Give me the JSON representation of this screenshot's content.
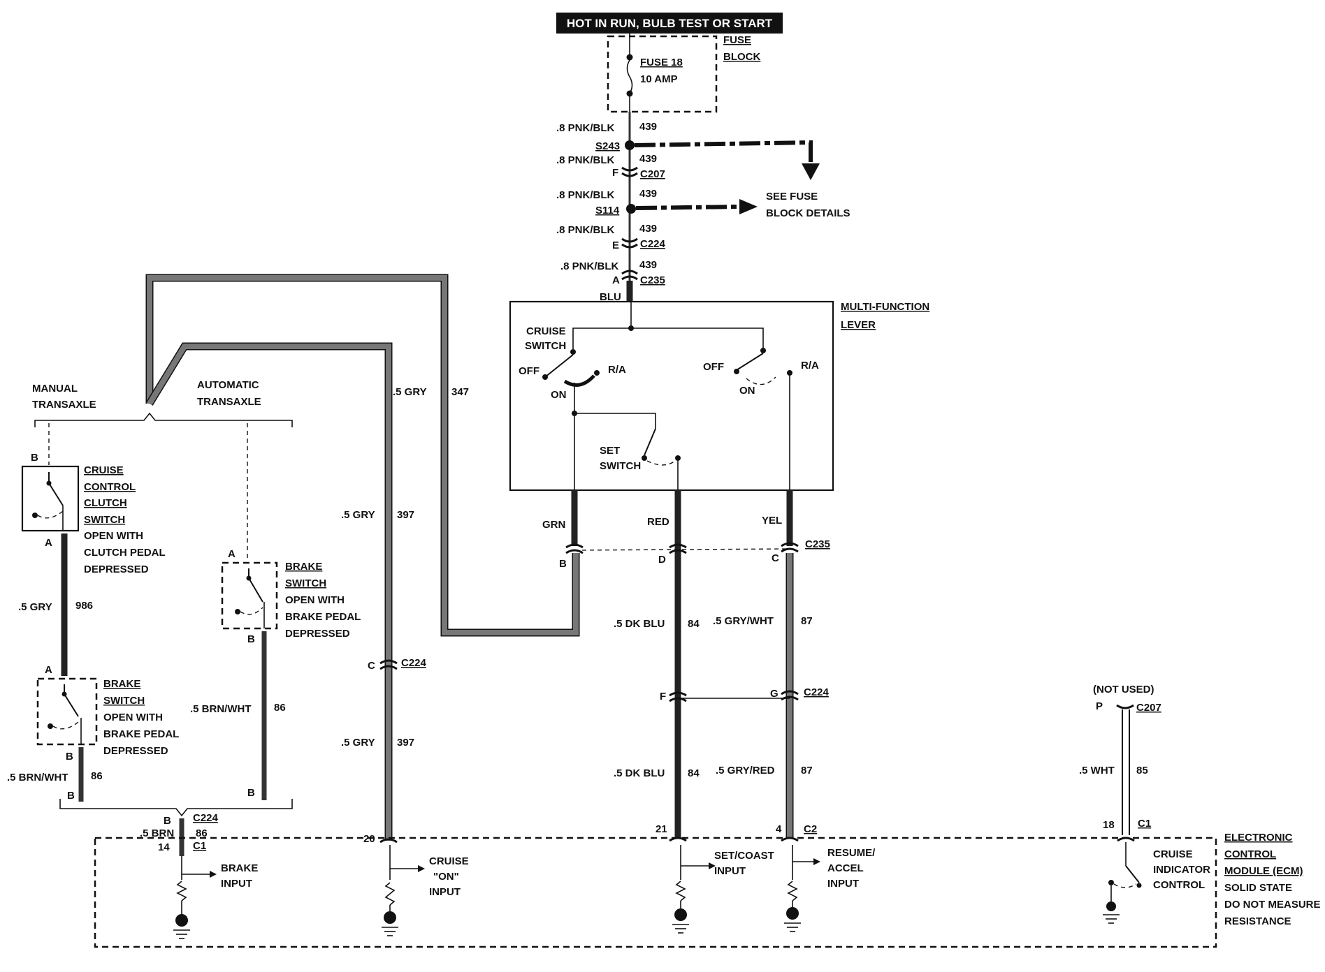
{
  "header": {
    "title": "HOT IN RUN, BULB TEST OR START"
  },
  "fuse_block": {
    "label_line1": "FUSE",
    "label_line2": "BLOCK",
    "fuse_name": "FUSE 18",
    "fuse_rating": "10 AMP"
  },
  "feed": {
    "w1_label": ".8 PNK/BLK",
    "w1_num": "439",
    "s243": "S243",
    "w2_label": ".8 PNK/BLK",
    "w2_num": "439",
    "c207_pin": "F",
    "c207": "C207",
    "w3_label": ".8 PNK/BLK",
    "w3_num": "439",
    "s114": "S114",
    "see_fuse_1": "SEE FUSE",
    "see_fuse_2": "BLOCK DETAILS",
    "w4_label": ".8 PNK/BLK",
    "w4_num": "439",
    "c224_pin": "E",
    "c224": "C224",
    "w5_label": ".8 PNK/BLK",
    "w5_num": "439",
    "c235_pin": "A",
    "c235": "C235",
    "blu": "BLU"
  },
  "multifunction": {
    "label_line1": "MULTI-FUNCTION",
    "label_line2": "LEVER",
    "cruise_switch_1": "CRUISE",
    "cruise_switch_2": "SWITCH",
    "off_left": "OFF",
    "ra_left": "R/A",
    "on_left": "ON",
    "off_right": "OFF",
    "ra_right": "R/A",
    "on_right": "ON",
    "set_switch_1": "SET",
    "set_switch_2": "SWITCH"
  },
  "outputs": {
    "grn": "GRN",
    "red": "RED",
    "yel": "YEL",
    "c235b": "C235",
    "pin_b": "B",
    "pin_d": "D",
    "pin_c": "C",
    "dkblu_1": ".5 DK BLU",
    "dkblu_1_num": "84",
    "gry_wht": ".5 GRY/WHT",
    "gry_wht_num": "87",
    "c224_f": "F",
    "c224_g": "G",
    "c224_lbl": "C224",
    "dkblu_2": ".5 DK BLU",
    "dkblu_2_num": "84",
    "gry_red": ".5 GRY/RED",
    "gry_red_num": "87",
    "pin_21": "21",
    "pin_4": "4",
    "c2": "C2"
  },
  "transaxle": {
    "manual_1": "MANUAL",
    "manual_2": "TRANSAXLE",
    "auto_1": "AUTOMATIC",
    "auto_2": "TRANSAXLE",
    "gry_347": ".5 GRY",
    "gry_347_num": "347",
    "gry_397a": ".5 GRY",
    "gry_397a_num": "397",
    "c224_c_pin": "C",
    "c224_c": "C224",
    "gry_397b": ".5 GRY",
    "gry_397b_num": "397",
    "pin_20": "20"
  },
  "clutch_switch": {
    "pin_b": "B",
    "pin_a": "A",
    "name_1": "CRUISE",
    "name_2": "CONTROL",
    "name_3": "CLUTCH",
    "name_4": "SWITCH",
    "desc_1": "OPEN WITH",
    "desc_2": "CLUTCH PEDAL",
    "desc_3": "DEPRESSED",
    "wire": ".5 GRY",
    "wire_num": "986"
  },
  "brake_switch_manual": {
    "pin_a": "A",
    "pin_b": "B",
    "name_1": "BRAKE",
    "name_2": "SWITCH",
    "desc_1": "OPEN WITH",
    "desc_2": "BRAKE PEDAL",
    "desc_3": "DEPRESSED",
    "wire": ".5 BRN/WHT",
    "wire_num": "86",
    "end_pin": "B"
  },
  "brake_switch_auto": {
    "pin_a": "A",
    "pin_b": "B",
    "name_1": "BRAKE",
    "name_2": "SWITCH",
    "desc_1": "OPEN WITH",
    "desc_2": "BRAKE PEDAL",
    "desc_3": "DEPRESSED",
    "wire": ".5 BRN/WHT",
    "wire_num": "86",
    "end_pin": "B"
  },
  "brake_input": {
    "pin_b": "B",
    "c224": "C224",
    "wire": ".5 BRN",
    "wire_num": "86",
    "pin_14": "14",
    "c1": "C1"
  },
  "ecm": {
    "name_1": "ELECTRONIC",
    "name_2": "CONTROL",
    "name_3": "MODULE (ECM)",
    "note_1": "SOLID STATE",
    "note_2": "DO NOT MEASURE",
    "note_3": "RESISTANCE",
    "brake_input_1": "BRAKE",
    "brake_input_2": "INPUT",
    "cruise_on_1": "CRUISE",
    "cruise_on_2": "\"ON\"",
    "cruise_on_3": "INPUT",
    "set_coast_1": "SET/COAST",
    "set_coast_2": "INPUT",
    "resume_1": "RESUME/",
    "resume_2": "ACCEL",
    "resume_3": "INPUT",
    "indicator_1": "CRUISE",
    "indicator_2": "INDICATOR",
    "indicator_3": "CONTROL"
  },
  "indicator": {
    "not_used": "(NOT USED)",
    "pin_p": "P",
    "c207": "C207",
    "wire": ".5 WHT",
    "wire_num": "85",
    "pin_18": "18",
    "c1": "C1"
  }
}
